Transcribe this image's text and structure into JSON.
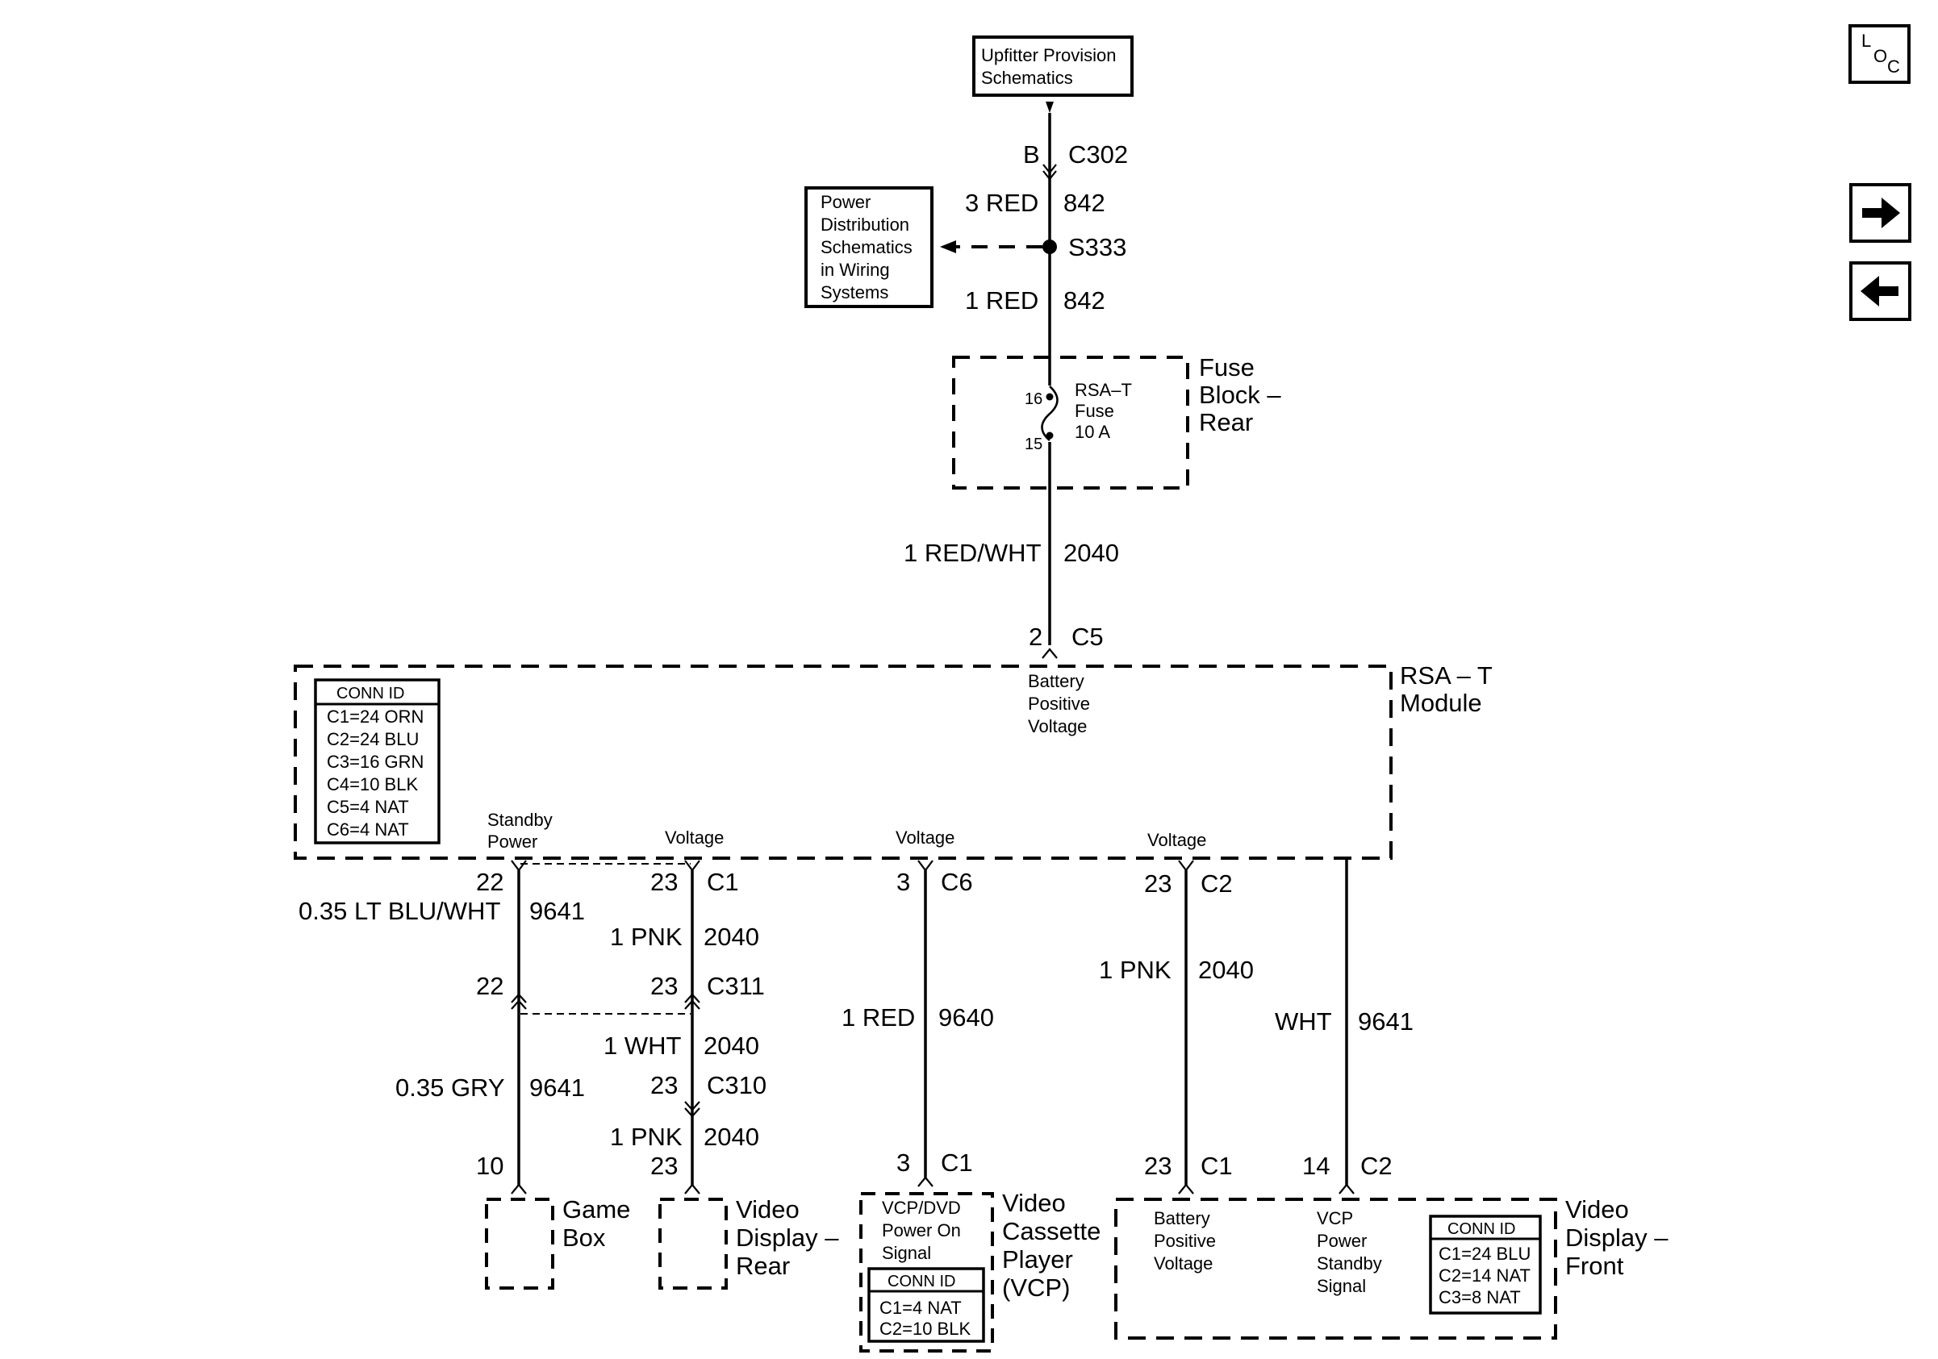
{
  "upfitter": {
    "line1": "Upfitter Provision",
    "line2": "Schematics"
  },
  "power_dist": {
    "lines": [
      "Power",
      "Distribution",
      "Schematics",
      "in Wiring",
      "Systems"
    ]
  },
  "nav": {
    "loc_l": "L",
    "loc_o": "O",
    "loc_c": "C"
  },
  "top_wire": {
    "c302_pin": "B",
    "c302": "C302",
    "w1_gauge": "3 RED",
    "w1_circuit": "842",
    "splice": "S333",
    "w2_gauge": "1 RED",
    "w2_circuit": "842",
    "w3_gauge": "1 RED/WHT",
    "w3_circuit": "2040",
    "c5_pin": "2",
    "c5": "C5"
  },
  "fuse_block": {
    "title_lines": [
      "Fuse",
      "Block –",
      "Rear"
    ],
    "fuse_lines": [
      "RSA–T",
      "Fuse",
      "10 A"
    ],
    "pin_top": "16",
    "pin_bottom": "15"
  },
  "rsa_module": {
    "title_lines": [
      "RSA – T",
      "Module"
    ],
    "battery_lines": [
      "Battery",
      "Positive",
      "Voltage"
    ],
    "conn_title": "CONN ID",
    "conn_items": [
      "C1=24 ORN",
      "C2=24 BLU",
      "C3=16 GRN",
      "C4=10 BLK",
      "C5=4 NAT",
      "C6=4 NAT"
    ],
    "standby_lines": [
      "Standby",
      "Power"
    ],
    "voltage_label": "Voltage"
  },
  "branches": {
    "b1": {
      "pin_top": "22",
      "gauge": "0.35 LT BLU/WHT",
      "circuit": "9641",
      "pin_mid": "22",
      "gauge2": "0.35 GRY",
      "circuit2": "9641",
      "pin_bottom": "10"
    },
    "b2": {
      "pin_top": "23",
      "conn_top": "C1",
      "gauge": "1 PNK",
      "circuit": "2040",
      "pin_c311": "23",
      "c311": "C311",
      "gauge2": "1 WHT",
      "circuit2": "2040",
      "pin_c310": "23",
      "c310": "C310",
      "gauge3": "1 PNK",
      "circuit3": "2040",
      "pin_bottom": "23"
    },
    "b3": {
      "pin_top": "3",
      "conn_top": "C6",
      "gauge": "1 RED",
      "circuit": "9640",
      "pin_bottom": "3",
      "conn_bottom": "C1"
    },
    "b4": {
      "pin_top": "23",
      "conn_top": "C2",
      "gauge": "1 PNK",
      "circuit": "2040",
      "pin_bottom": "23",
      "conn_bottom": "C1"
    },
    "b5": {
      "gauge": "WHT",
      "circuit": "9641",
      "pin_bottom": "14",
      "conn_bottom": "C2"
    }
  },
  "game_box": {
    "lines": [
      "Game",
      "Box"
    ]
  },
  "video_rear": {
    "lines": [
      "Video",
      "Display –",
      "Rear"
    ]
  },
  "vcp": {
    "title_lines": [
      "Video",
      "Cassette",
      "Player",
      "(VCP)"
    ],
    "signal_lines": [
      "VCP/DVD",
      "Power On",
      "Signal"
    ],
    "conn_title": "CONN ID",
    "conn_items": [
      "C1=4 NAT",
      "C2=10 BLK"
    ]
  },
  "video_front": {
    "title_lines": [
      "Video",
      "Display –",
      "Front"
    ],
    "battery_lines": [
      "Battery",
      "Positive",
      "Voltage"
    ],
    "standby_lines": [
      "VCP",
      "Power",
      "Standby",
      "Signal"
    ],
    "conn_title": "CONN ID",
    "conn_items": [
      "C1=24 BLU",
      "C2=14 NAT",
      "C3=8 NAT"
    ]
  }
}
